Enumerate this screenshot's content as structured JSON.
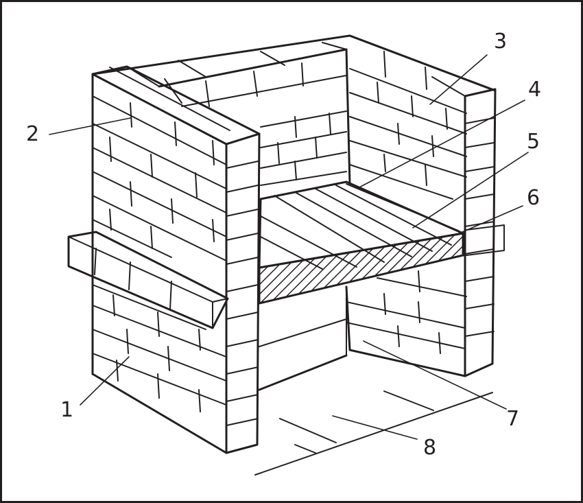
{
  "labels": [
    {
      "key": "n1",
      "text": "1"
    },
    {
      "key": "n2",
      "text": "2"
    },
    {
      "key": "n3",
      "text": "3"
    },
    {
      "key": "n4",
      "text": "4"
    },
    {
      "key": "n5",
      "text": "5"
    },
    {
      "key": "n6",
      "text": "6"
    },
    {
      "key": "n7",
      "text": "7"
    },
    {
      "key": "n8",
      "text": "8"
    }
  ],
  "colors": {
    "ink": "#231f20",
    "paper": "#ffffff"
  }
}
